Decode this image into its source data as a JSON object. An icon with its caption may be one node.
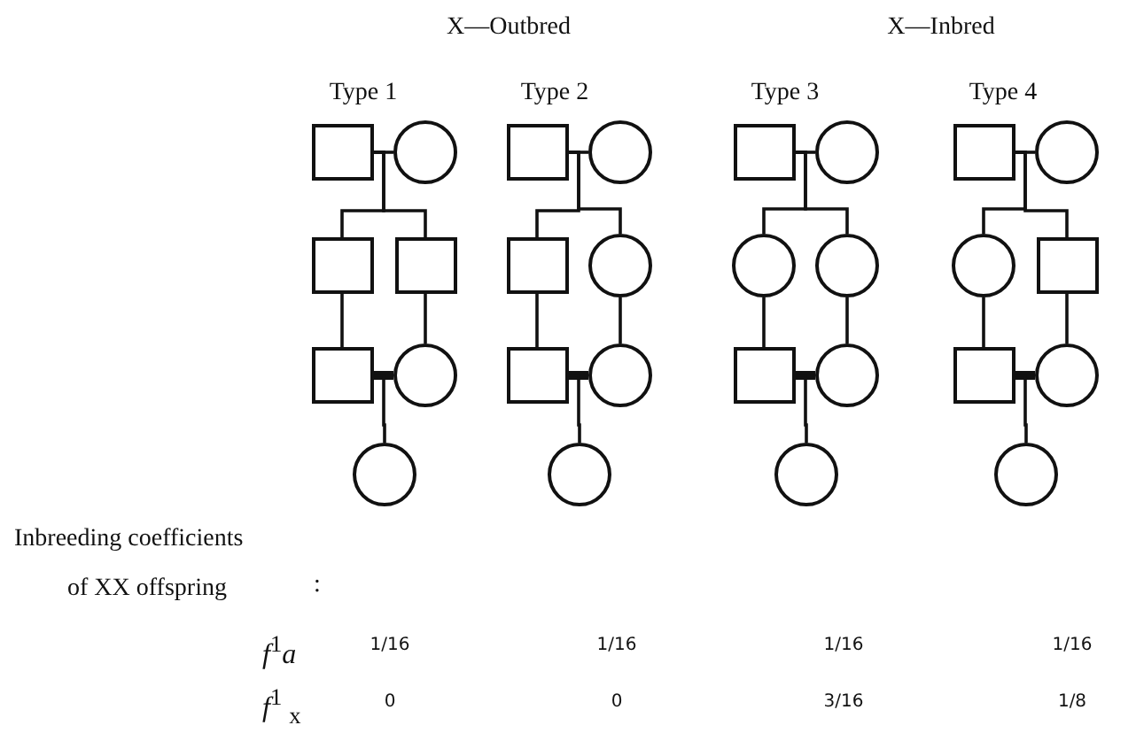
{
  "diagram": {
    "nodes": [
      {
        "text": [],
        "shape": "box"
      },
      {
        "text": [],
        "shape": "circle"
      },
      {
        "text": [],
        "shape": "box"
      },
      {
        "text": [],
        "shape": "box"
      },
      {
        "text": [],
        "shape": "box"
      },
      {
        "text": [],
        "shape": "circle"
      },
      {
        "text": [],
        "shape": "circle"
      },
      {
        "text": [],
        "shape": "box"
      },
      {
        "text": [],
        "shape": "circle"
      },
      {
        "text": [],
        "shape": "box"
      },
      {
        "text": [],
        "shape": "circle"
      },
      {
        "text": [],
        "shape": "box"
      },
      {
        "text": [],
        "shape": "circle"
      },
      {
        "text": [],
        "shape": "circle"
      },
      {
        "text": [],
        "shape": "box"
      },
      {
        "text": [],
        "shape": "circle"
      },
      {
        "text": [],
        "shape": "circle"
      },
      {
        "text": [],
        "shape": "circle"
      },
      {
        "text": [],
        "shape": "box"
      },
      {
        "text": [],
        "shape": "circle"
      },
      {
        "text": [],
        "shape": "circle"
      },
      {
        "text": [],
        "shape": "box"
      },
      {
        "text": [],
        "shape": "circle"
      },
      {
        "text": [],
        "shape": "circle"
      },
      {
        "text": [],
        "shape": "box"
      },
      {
        "text": [],
        "shape": "box"
      },
      {
        "text": [],
        "shape": "circle"
      },
      {
        "text": [],
        "shape": "circle"
      }
    ],
    "edges": [
      {
        "from": 0,
        "to": 1,
        "arrow": "none"
      },
      {
        "from": 0,
        "to": 2,
        "arrow": "none"
      },
      {
        "from": 0,
        "to": 3,
        "arrow": "none"
      },
      {
        "from": 2,
        "to": 4,
        "arrow": "none"
      },
      {
        "from": 3,
        "to": 5,
        "arrow": "none"
      },
      {
        "from": 4,
        "to": 5,
        "arrow": "none",
        "style": "thick"
      },
      {
        "from": 4,
        "to": 6,
        "arrow": "none"
      },
      {
        "from": 7,
        "to": 8,
        "arrow": "none"
      },
      {
        "from": 7,
        "to": 9,
        "arrow": "none"
      },
      {
        "from": 7,
        "to": 10,
        "arrow": "none"
      },
      {
        "from": 9,
        "to": 11,
        "arrow": "none"
      },
      {
        "from": 10,
        "to": 12,
        "arrow": "none"
      },
      {
        "from": 11,
        "to": 12,
        "arrow": "none",
        "style": "thick"
      },
      {
        "from": 11,
        "to": 13,
        "arrow": "none"
      },
      {
        "from": 14,
        "to": 15,
        "arrow": "none"
      },
      {
        "from": 14,
        "to": 16,
        "arrow": "none"
      },
      {
        "from": 14,
        "to": 17,
        "arrow": "none"
      },
      {
        "from": 16,
        "to": 18,
        "arrow": "none"
      },
      {
        "from": 17,
        "to": 19,
        "arrow": "none"
      },
      {
        "from": 18,
        "to": 19,
        "arrow": "none",
        "style": "thick"
      },
      {
        "from": 18,
        "to": 20,
        "arrow": "none"
      },
      {
        "from": 21,
        "to": 22,
        "arrow": "none"
      },
      {
        "from": 21,
        "to": 23,
        "arrow": "none"
      },
      {
        "from": 21,
        "to": 24,
        "arrow": "none"
      },
      {
        "from": 23,
        "to": 25,
        "arrow": "none"
      },
      {
        "from": 24,
        "to": 26,
        "arrow": "none"
      },
      {
        "from": 25,
        "to": 26,
        "arrow": "none",
        "style": "thick"
      },
      {
        "from": 25,
        "to": 27,
        "arrow": "none"
      }
    ],
    "labels": [
      "X—Outbred",
      "X—Inbred",
      "Type 1",
      "Type 2",
      "Type 3",
      "Type 4",
      "Inbreeding coefficients",
      "of XX offspring",
      ":",
      "*f*$^{1}$*a*",
      "1/16",
      "1/16",
      "1/16",
      "1/16",
      "*f*$^{1}$ $_{x}$",
      "0",
      "0",
      "3/16",
      "1/8"
    ]
  }
}
